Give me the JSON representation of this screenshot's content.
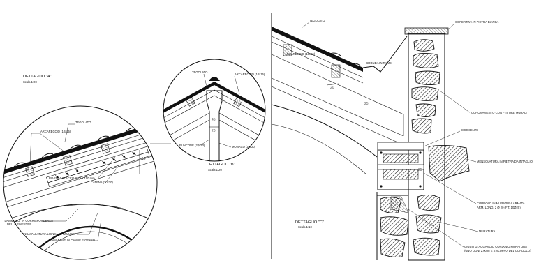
{
  "detail_a": {
    "title": "DETTAGLIO \"A\"",
    "scale": "Scala 1:20",
    "labels": {
      "tegolato": "TEGOLATO",
      "arcareccio": "ARCARECCIO (10x15)",
      "piastra": "PIASTRA IN ACCIAIO (8 x 100 mm.)",
      "catena": "CATENA (20x20)",
      "dammuso_corrisp_1": "\"DAMMUSO\" IN CORRISPONDENZA",
      "dammuso_corrisp_2": "DELLE FINESTRE",
      "incavallatura": "INCAVALLATURA LIGNEA \"DAMMUSO\"",
      "dammuso_canne": "\"DAMMUSO\" IN CANNE E GESSO"
    }
  },
  "detail_b": {
    "title": "DETTAGLIO \"B\"",
    "scale": "Scala 1:20",
    "labels": {
      "tegolato": "TEGOLATO",
      "arcareccio": "ARCARECCIO (10x15)",
      "puncone": "PUNCONE (20x20)",
      "monaco": "MONACO (20x20)"
    },
    "dims": {
      "d1": "45",
      "d2": "20"
    }
  },
  "detail_c": {
    "title": "DETTAGLIO \"C\"",
    "scale": "Scala 1:10",
    "labels": {
      "tegolato": "TEGOLATO",
      "arcareccio": "ARCARECCIO (10x15)",
      "gronda": "GRONDA IN RAME",
      "copertina": "COPERTINA IN PIETRA BIANCA",
      "coronamento": "CORONAMENTO CON FITTURE MURALI",
      "dormiente": "DORMIENTE",
      "mensola": "MENSOLATURA IN PIETRA DA INTAGLIO",
      "cordolo_1": "CORDOLO IN MURATURA ARMATA",
      "cordolo_2": "ARM. LONG. 2 Ø 20 (F.T. 10Ø20)",
      "muratura": "MURATURA",
      "giunti_1": "GIUNTI DI AGGANCIO CORDOLO MURATURA",
      "giunti_2": "(UNO OGNI 2,00 m E SVILUPPO DEL CORDOLO)"
    },
    "dims": {
      "d1": "20",
      "d2": "25",
      "d3": "25"
    }
  }
}
